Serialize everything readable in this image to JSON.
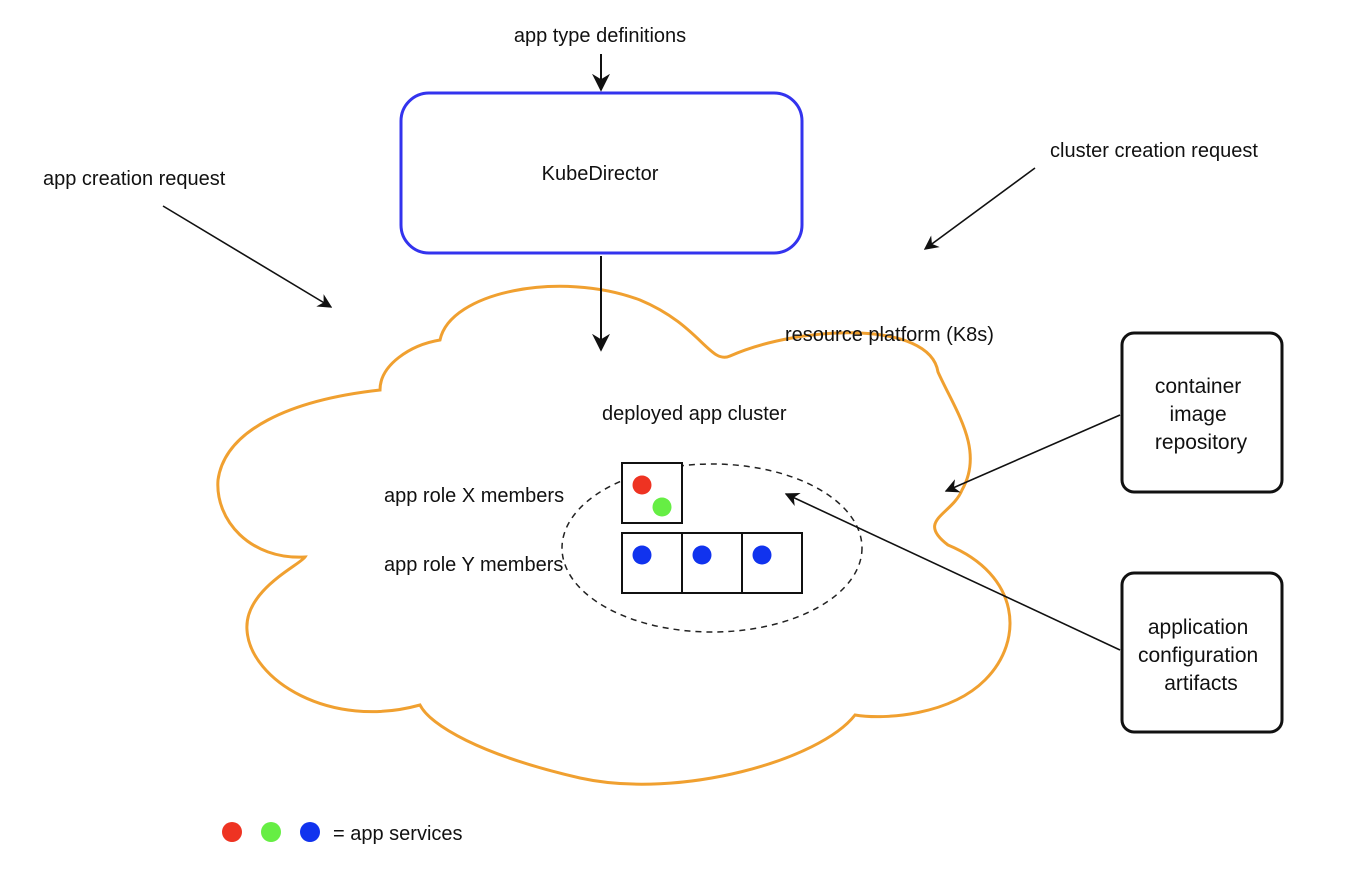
{
  "labels": {
    "app_type_definitions": "app type definitions",
    "kubedirector": "KubeDirector",
    "app_creation_request": "app creation request",
    "cluster_creation_request": "cluster creation request",
    "resource_platform": "resource platform (K8s)",
    "deployed_app_cluster": "deployed app cluster",
    "app_role_x": "app role X members",
    "app_role_y": "app role Y members",
    "container_repo": [
      "container",
      "image",
      "repository"
    ],
    "app_config": [
      "application",
      "configuration",
      "artifacts"
    ],
    "legend_text": "= app services"
  },
  "colors": {
    "kubedirector_border": "#3333ee",
    "cloud_outline": "#f0a030",
    "service_red": "#ee3322",
    "service_green": "#66ee44",
    "service_blue": "#1133ee",
    "stroke": "#111111"
  },
  "legend": {
    "dots": [
      "service_red",
      "service_green",
      "service_blue"
    ]
  },
  "members": {
    "role_x": [
      [
        "service_red",
        "service_green"
      ]
    ],
    "role_y": [
      [
        "service_blue"
      ],
      [
        "service_blue"
      ],
      [
        "service_blue"
      ]
    ]
  }
}
